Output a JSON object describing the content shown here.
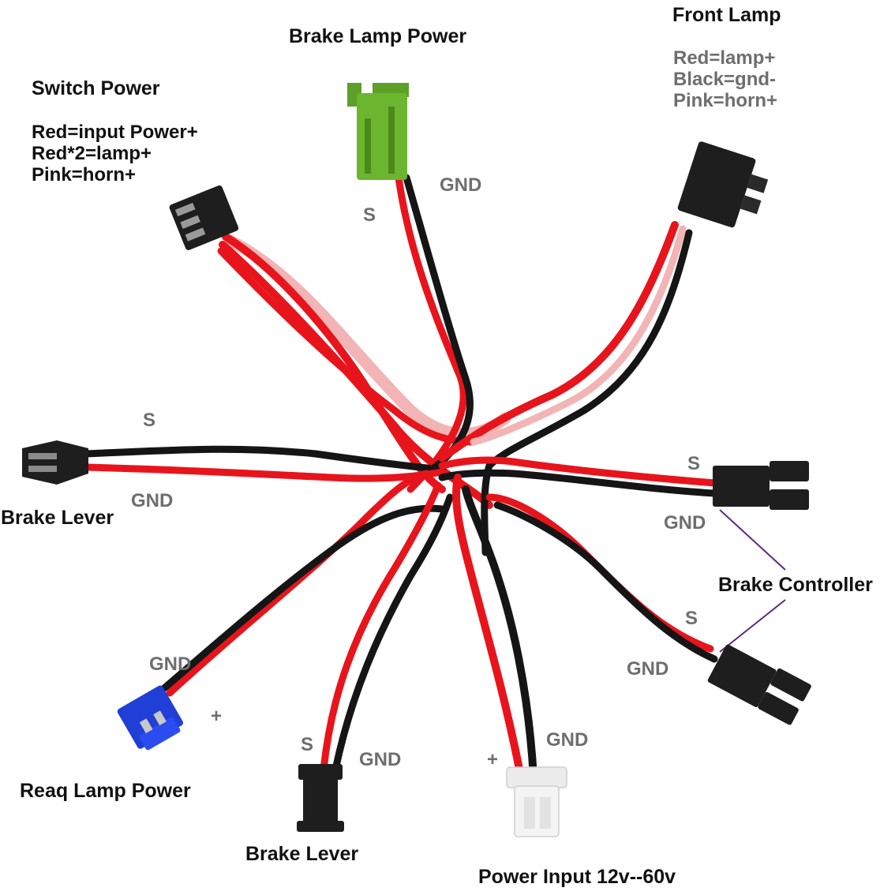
{
  "colors": {
    "red_wire": "#e8141c",
    "black_wire": "#151515",
    "pink_wire": "#f2b4b4",
    "connector_black": "#1e1e1e",
    "connector_green": "#6cb52e",
    "connector_blue": "#1f3fd6",
    "connector_white": "#f4f4f4",
    "leader_line": "#5b2a86"
  },
  "labels": {
    "switch_power": {
      "title": "Switch Power",
      "lines": [
        "Red=input Power+",
        "Red*2=lamp+",
        "Pink=horn+"
      ]
    },
    "brake_lamp_power": {
      "title": "Brake Lamp Power",
      "pin_s": "S",
      "pin_gnd": "GND"
    },
    "front_lamp": {
      "title": "Front Lamp",
      "lines": [
        "Red=lamp+",
        "Black=gnd-",
        "Pink=horn+"
      ]
    },
    "brake_lever_left": {
      "title": "Brake Lever",
      "pin_s": "S",
      "pin_gnd": "GND"
    },
    "brake_controller": {
      "title": "Brake Controller",
      "top_pin_s": "S",
      "top_pin_gnd": "GND",
      "bottom_pin_s": "S",
      "bottom_pin_gnd": "GND"
    },
    "rear_lamp_power": {
      "title": "Reaq Lamp Power",
      "pin_gnd": "GND",
      "pin_plus": "+"
    },
    "brake_lever_bottom": {
      "title": "Brake Lever",
      "pin_s": "S",
      "pin_gnd": "GND"
    },
    "power_input": {
      "title": "Power Input 12v--60v",
      "pin_plus": "+",
      "pin_gnd": "GND"
    }
  }
}
